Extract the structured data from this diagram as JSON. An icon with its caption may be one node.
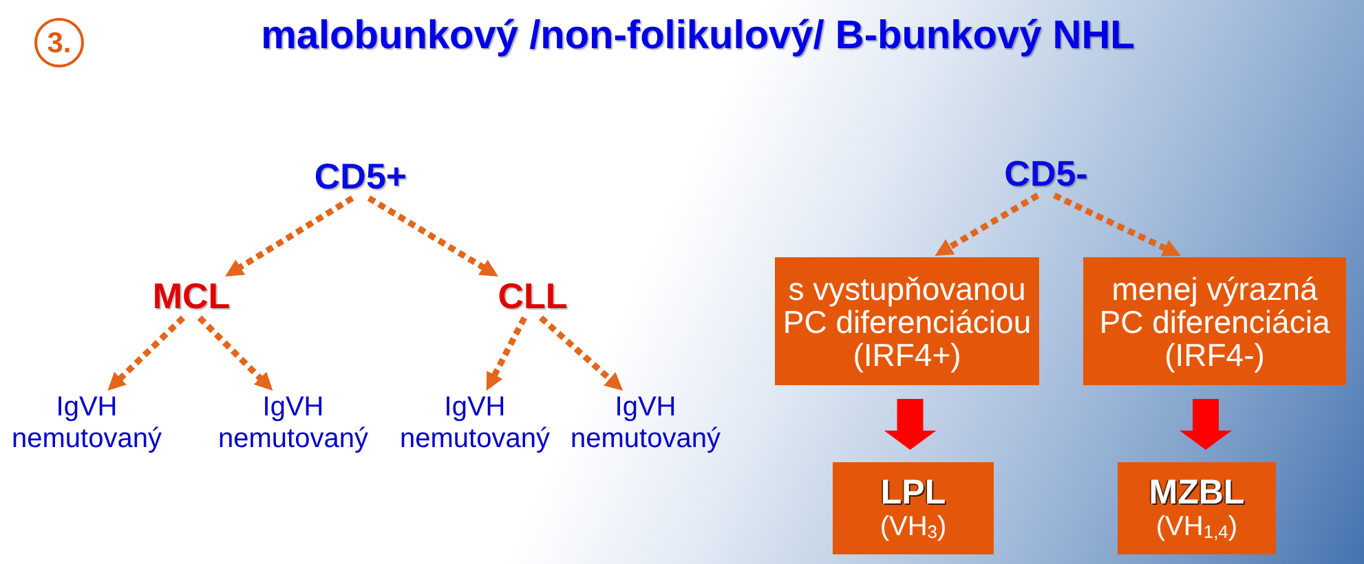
{
  "diagram": {
    "title": "malobunkový /non-folikulový/ B-bunkový NHL",
    "nodes": [
      {
        "text": [
          "3."
        ]
      },
      {
        "text": [
          "CD5+"
        ]
      },
      {
        "text": [
          "MCL"
        ]
      },
      {
        "text": [
          "CLL"
        ]
      },
      {
        "text": [
          "IgVH nemutovaný"
        ]
      },
      {
        "text": [
          "IgVH nemutovaný"
        ]
      },
      {
        "text": [
          "IgVH nemutovaný"
        ]
      },
      {
        "text": [
          "IgVH nemutovaný"
        ]
      },
      {
        "text": [
          "CD5-"
        ]
      },
      {
        "text": [
          "s vystupňovanou PC diferenciáciou (IRF4+)"
        ]
      },
      {
        "text": [
          "menej výrazná PC diferenciácia (IRF4-)"
        ]
      },
      {
        "text": [
          "LPL",
          "(VH$_{3}$)"
        ]
      },
      {
        "text": [
          "MZBL",
          "(VH$_{1,4}$)"
        ]
      }
    ],
    "edges": [
      {
        "from": 1,
        "to": 2,
        "arrow": "to",
        "style": "dashed"
      },
      {
        "from": 1,
        "to": 3,
        "arrow": "to",
        "style": "dashed"
      },
      {
        "from": 2,
        "to": 4,
        "arrow": "to",
        "style": "dashed"
      },
      {
        "from": 2,
        "to": 5,
        "arrow": "to",
        "style": "dashed"
      },
      {
        "from": 3,
        "to": 6,
        "arrow": "to",
        "style": "dashed"
      },
      {
        "from": 3,
        "to": 7,
        "arrow": "to",
        "style": "dashed"
      },
      {
        "from": 8,
        "to": 9,
        "arrow": "to",
        "style": "dashed"
      },
      {
        "from": 8,
        "to": 10,
        "arrow": "to",
        "style": "dashed"
      },
      {
        "from": 9,
        "to": 11,
        "arrow": "to",
        "style": "thick",
        "color": "#ff0000"
      },
      {
        "from": 10,
        "to": 12,
        "arrow": "to",
        "style": "thick",
        "color": "#ff0000"
      }
    ]
  }
}
